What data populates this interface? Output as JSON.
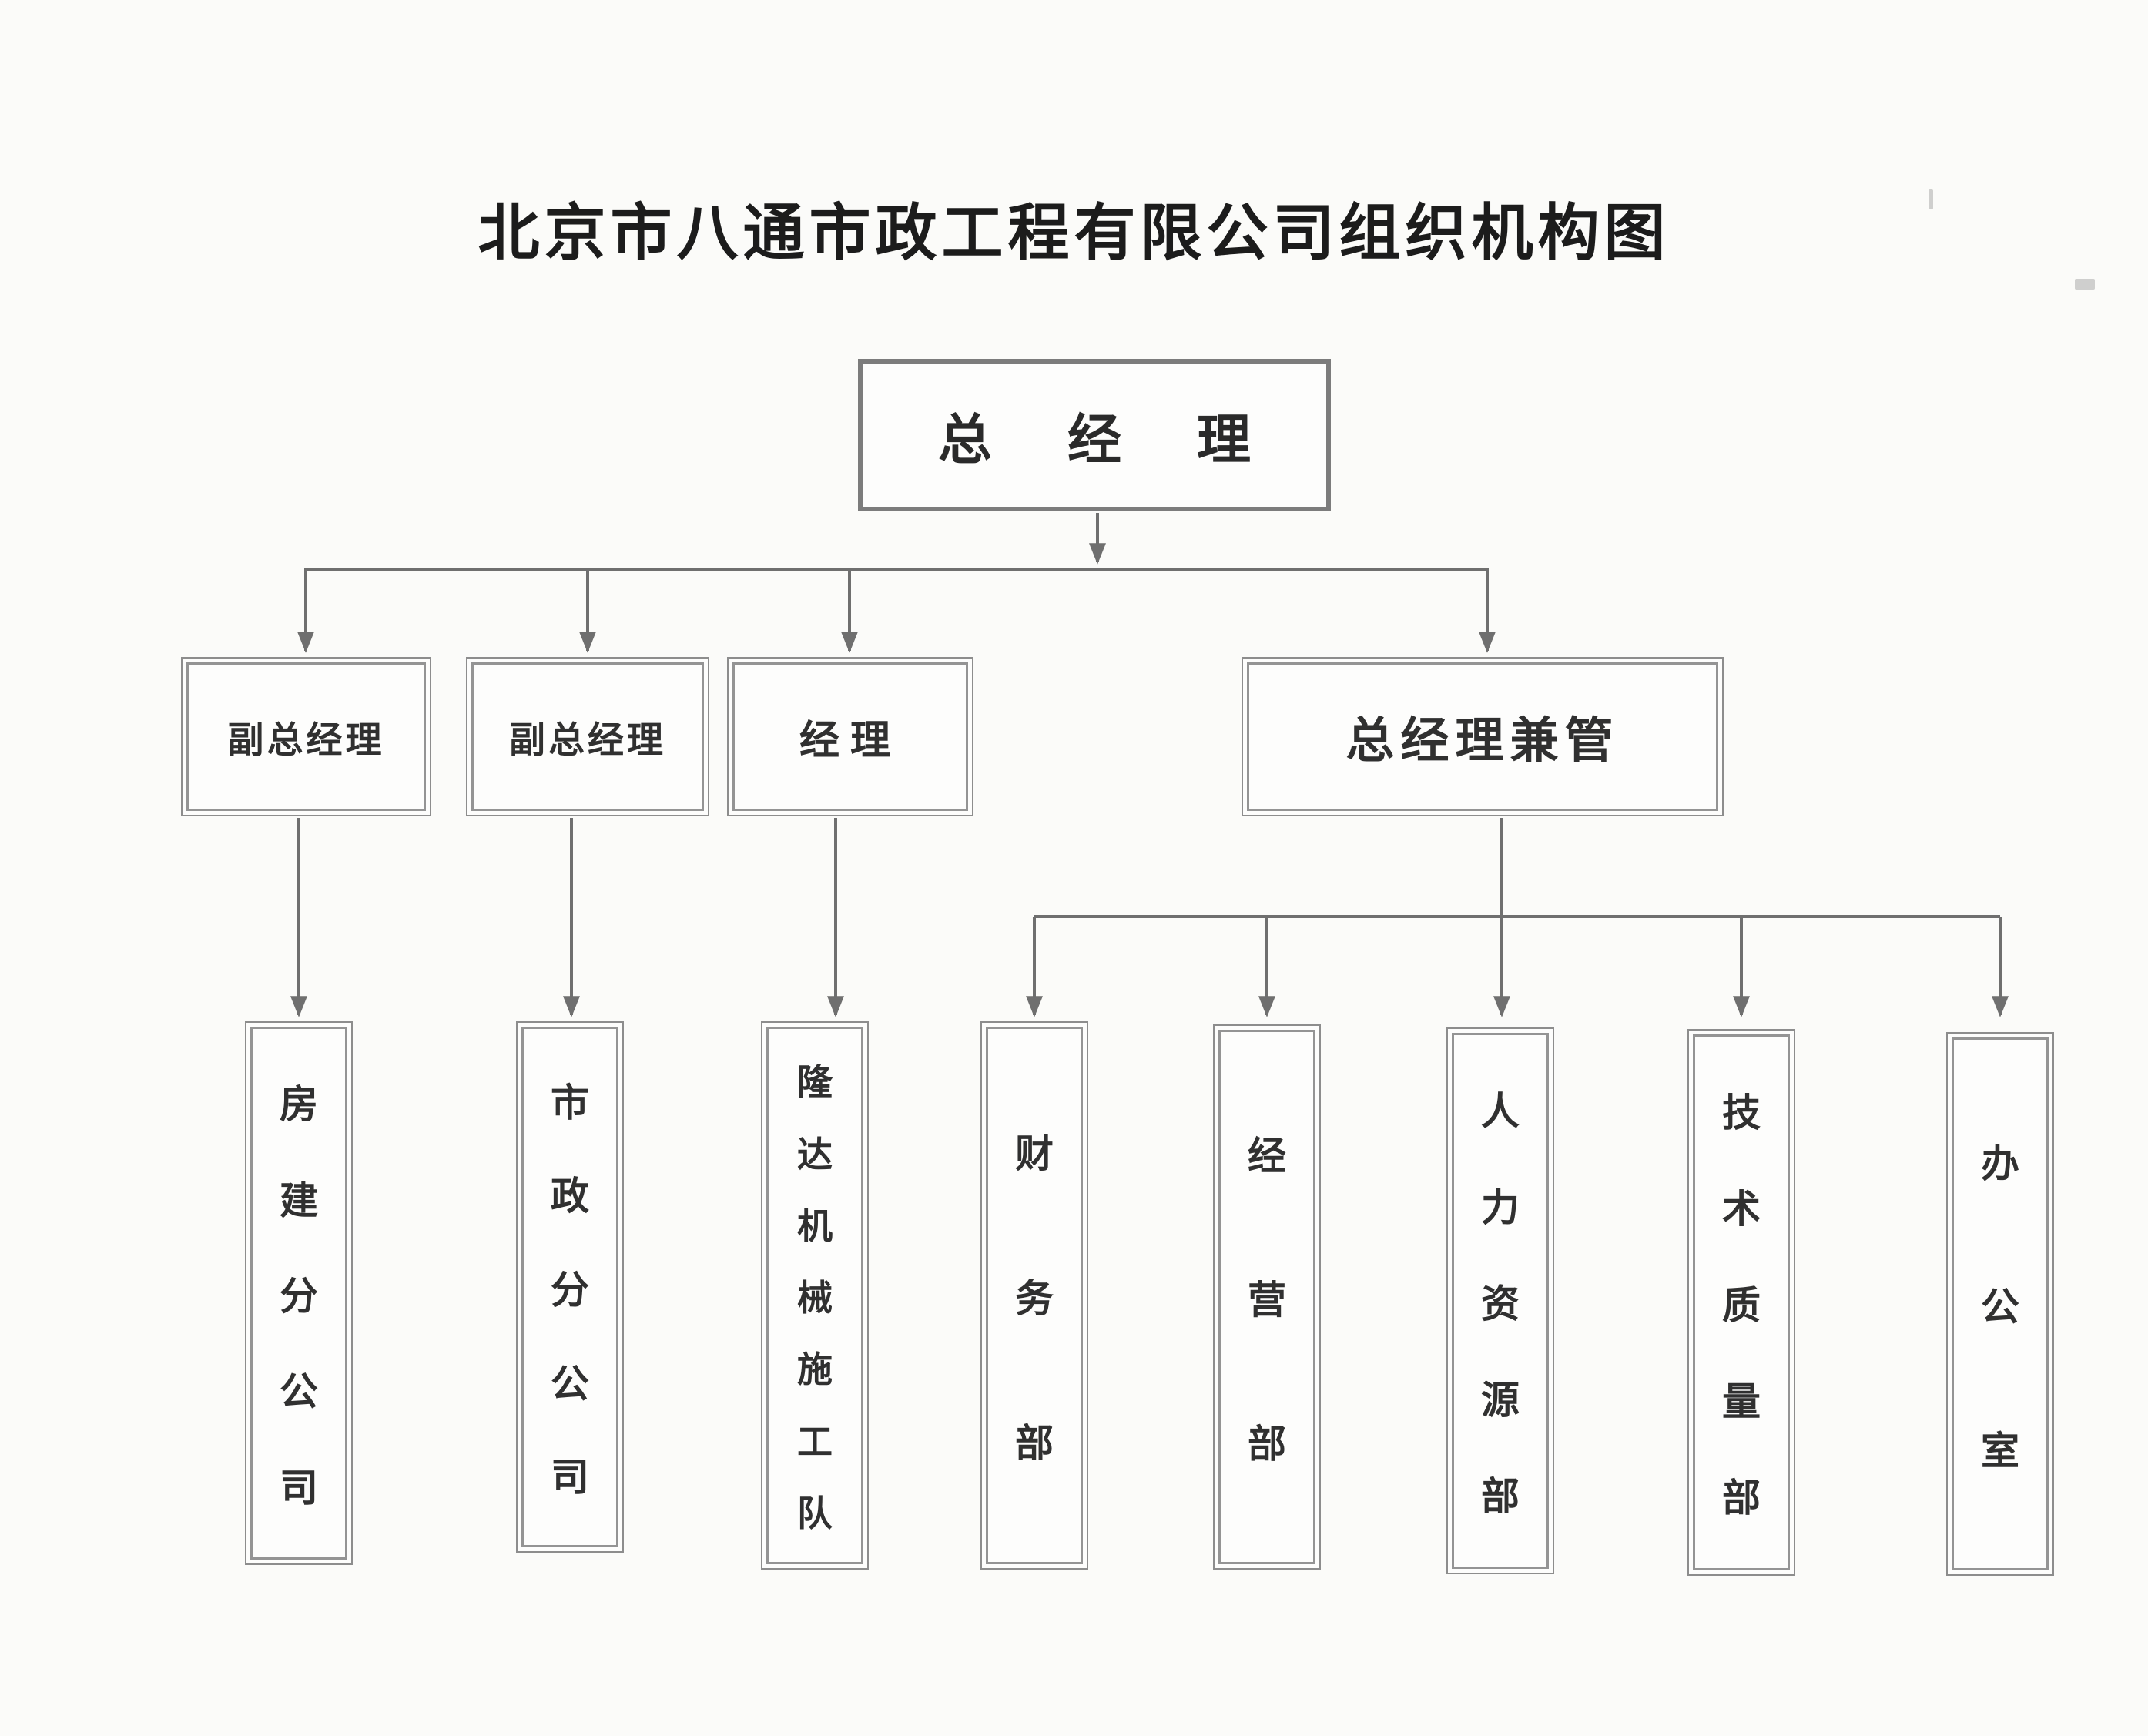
{
  "page": {
    "title": "北京市八通市政工程有限公司组织机构图"
  },
  "chart": {
    "root": {
      "label": "总经理"
    },
    "level2": [
      {
        "label": "副总经理"
      },
      {
        "label": "副总经理"
      },
      {
        "label": "经理"
      },
      {
        "label": "总经理兼管"
      }
    ],
    "level3": [
      {
        "label": "房建分公司"
      },
      {
        "label": "市政分公司"
      },
      {
        "label": "隆达机械施工队"
      },
      {
        "label": "财务部"
      },
      {
        "label": "经营部"
      },
      {
        "label": "人力资源部"
      },
      {
        "label": "技术质量部"
      },
      {
        "label": "办公室"
      }
    ]
  },
  "colors": {
    "background": "#fbfbf9",
    "line": "#6f6f6f",
    "border": "#8d8d8d",
    "text": "#2e2e2e"
  }
}
